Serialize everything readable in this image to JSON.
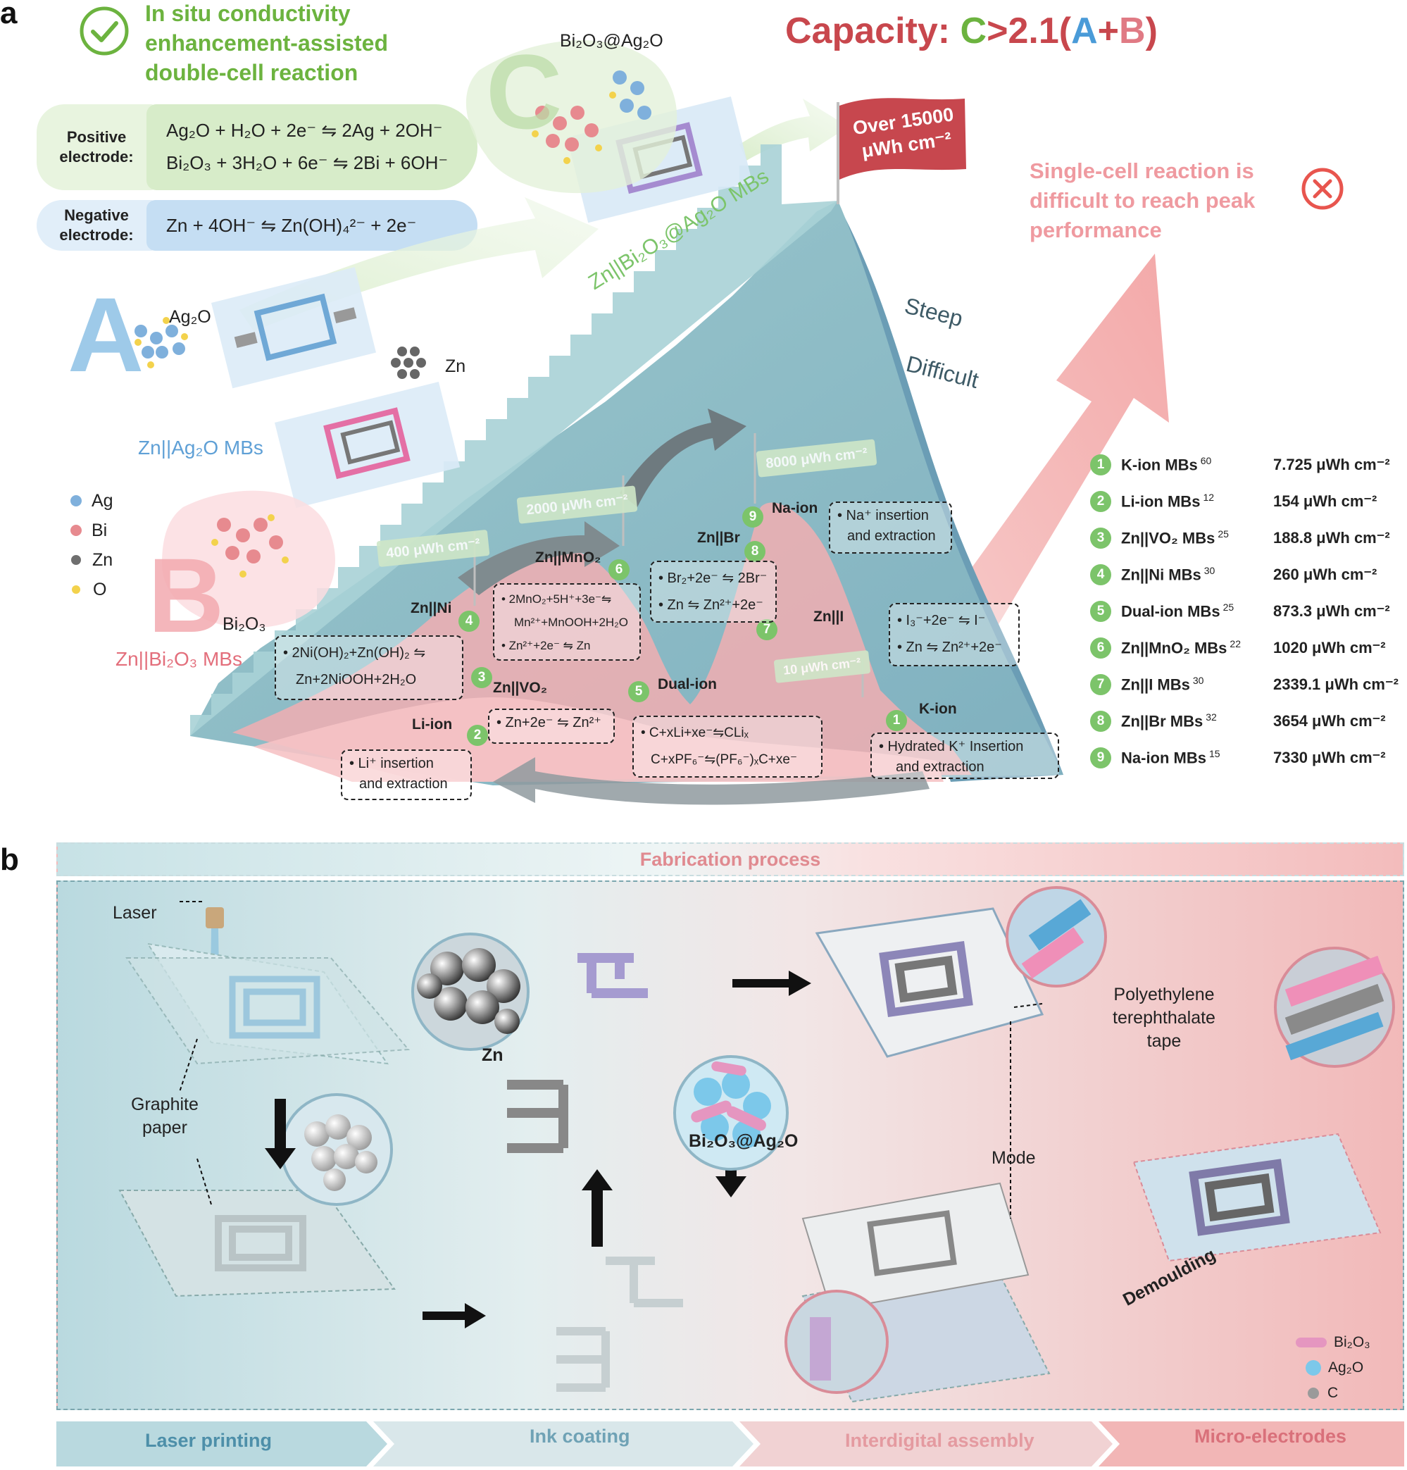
{
  "panel_a": {
    "letter": "a",
    "headline": [
      "In situ conductivity",
      "enhancement-assisted",
      "double-cell reaction"
    ],
    "capacity": {
      "prefix": "Capacity: ",
      "c": "C",
      "mid": ">2.1(",
      "a": "A",
      "plus": "+",
      "b": "B",
      "end": ")"
    },
    "positive_label": "Positive electrode:",
    "negative_label": "Negative electrode:",
    "positive_eq1": "Ag₂O + H₂O + 2e⁻ ⇋ 2Ag + 2OH⁻",
    "positive_eq2": "Bi₂O₃ + 3H₂O + 6e⁻ ⇋ 2Bi + 6OH⁻",
    "negative_eq": "Zn + 4OH⁻ ⇋ Zn(OH)₄²⁻ + 2e⁻",
    "big_letters": {
      "a": "A",
      "b": "B",
      "c": "C"
    },
    "material_labels": {
      "ag2o": "Ag₂O",
      "zn": "Zn",
      "bi2o3": "Bi₂O₃",
      "composite": "Bi₂O₃@Ag₂O"
    },
    "device_labels": {
      "a": "Zn||Ag₂O MBs",
      "b": "Zn||Bi₂O₃ MBs",
      "c": "Zn||Bi₂O₃@Ag₂O MBs"
    },
    "atom_legend": [
      {
        "label": "Ag",
        "color": "#7fb0dc"
      },
      {
        "label": "Bi",
        "color": "#e78a8f"
      },
      {
        "label": "Zn",
        "color": "#6f6f6f"
      },
      {
        "label": "O",
        "color": "#f3d24c"
      }
    ],
    "summit_flag": [
      "Over 15000",
      "μWh cm⁻²"
    ],
    "single_cell_note": [
      "Single-cell reaction is",
      "difficult to reach peak",
      "performance"
    ],
    "steep": "Steep",
    "difficult": "Difficult",
    "flags": [
      "400 μWh cm⁻²",
      "2000 μWh cm⁻²",
      "8000 μWh cm⁻²",
      "10 μWh cm⁻²"
    ],
    "nodes": [
      {
        "n": "1",
        "name": "K-ion",
        "lines": [
          "• Hydrated K⁺ Insertion",
          "and extraction"
        ]
      },
      {
        "n": "2",
        "name": "Li-ion",
        "lines": [
          "• Li⁺ insertion",
          "and extraction"
        ]
      },
      {
        "n": "3",
        "name": "Zn||VO₂",
        "lines": [
          "• Zn+2e⁻ ⇋ Zn²⁺"
        ]
      },
      {
        "n": "4",
        "name": "Zn||Ni",
        "lines": [
          "• 2Ni(OH)₂+Zn(OH)₂ ⇋",
          "Zn+2NiOOH+2H₂O"
        ]
      },
      {
        "n": "5",
        "name": "Dual-ion",
        "lines": [
          "• C+xLi+xe⁻⇋CLiₓ",
          "C+xPF₆⁻⇋(PF₆⁻)ₓC+xe⁻"
        ]
      },
      {
        "n": "6",
        "name": "Zn||MnO₂",
        "lines": [
          "• 2MnO₂+5H⁺+3e⁻⇋",
          "Mn²⁺+MnOOH+2H₂O",
          "• Zn²⁺+2e⁻ ⇋ Zn"
        ]
      },
      {
        "n": "7",
        "name": "Zn||I",
        "lines": [
          "• I₃⁻+2e⁻ ⇋ I⁻",
          "• Zn ⇋ Zn²⁺+2e⁻"
        ]
      },
      {
        "n": "8",
        "name": "Zn||Br",
        "lines": [
          "• Br₂+2e⁻ ⇋ 2Br⁻",
          "• Zn ⇋ Zn²⁺+2e⁻"
        ]
      },
      {
        "n": "9",
        "name": "Na-ion",
        "lines": [
          "• Na⁺ insertion",
          "and extraction"
        ]
      }
    ],
    "legend": [
      {
        "n": "1",
        "name": "K-ion MBs",
        "ref": "60",
        "value": "7.725 μWh cm⁻²"
      },
      {
        "n": "2",
        "name": "Li-ion MBs",
        "ref": "12",
        "value": "154 μWh cm⁻²"
      },
      {
        "n": "3",
        "name": "Zn||VO₂ MBs",
        "ref": "25",
        "value": "188.8 μWh cm⁻²"
      },
      {
        "n": "4",
        "name": "Zn||Ni MBs",
        "ref": "30",
        "value": "260 μWh cm⁻²"
      },
      {
        "n": "5",
        "name": "Dual-ion MBs",
        "ref": "25",
        "value": "873.3 μWh cm⁻²"
      },
      {
        "n": "6",
        "name": "Zn||MnO₂ MBs",
        "ref": "22",
        "value": "1020 μWh cm⁻²"
      },
      {
        "n": "7",
        "name": "Zn||I MBs",
        "ref": "30",
        "value": "2339.1 μWh cm⁻²"
      },
      {
        "n": "8",
        "name": "Zn||Br MBs",
        "ref": "32",
        "value": "3654 μWh cm⁻²"
      },
      {
        "n": "9",
        "name": "Na-ion MBs",
        "ref": "15",
        "value": "7330 μWh cm⁻²"
      }
    ]
  },
  "panel_b": {
    "letter": "b",
    "title": "Fabrication process",
    "labels": {
      "laser": "Laser",
      "graphite": [
        "Graphite",
        "paper"
      ],
      "zn": "Zn",
      "composite": "Bi₂O₃@Ag₂O",
      "pet": [
        "Polyethylene",
        "terephthalate",
        "tape"
      ],
      "mode": "Mode",
      "demoulding": "Demoulding"
    },
    "particle_legend": [
      {
        "label": "Bi₂O₃",
        "color": "#e596c0"
      },
      {
        "label": "Ag₂O",
        "color": "#7cc8ea"
      },
      {
        "label": "C",
        "color": "#9a9a9a"
      }
    ],
    "stages": [
      "Laser printing",
      "Ink coating",
      "Interdigital assembly",
      "Micro-electrodes"
    ]
  }
}
